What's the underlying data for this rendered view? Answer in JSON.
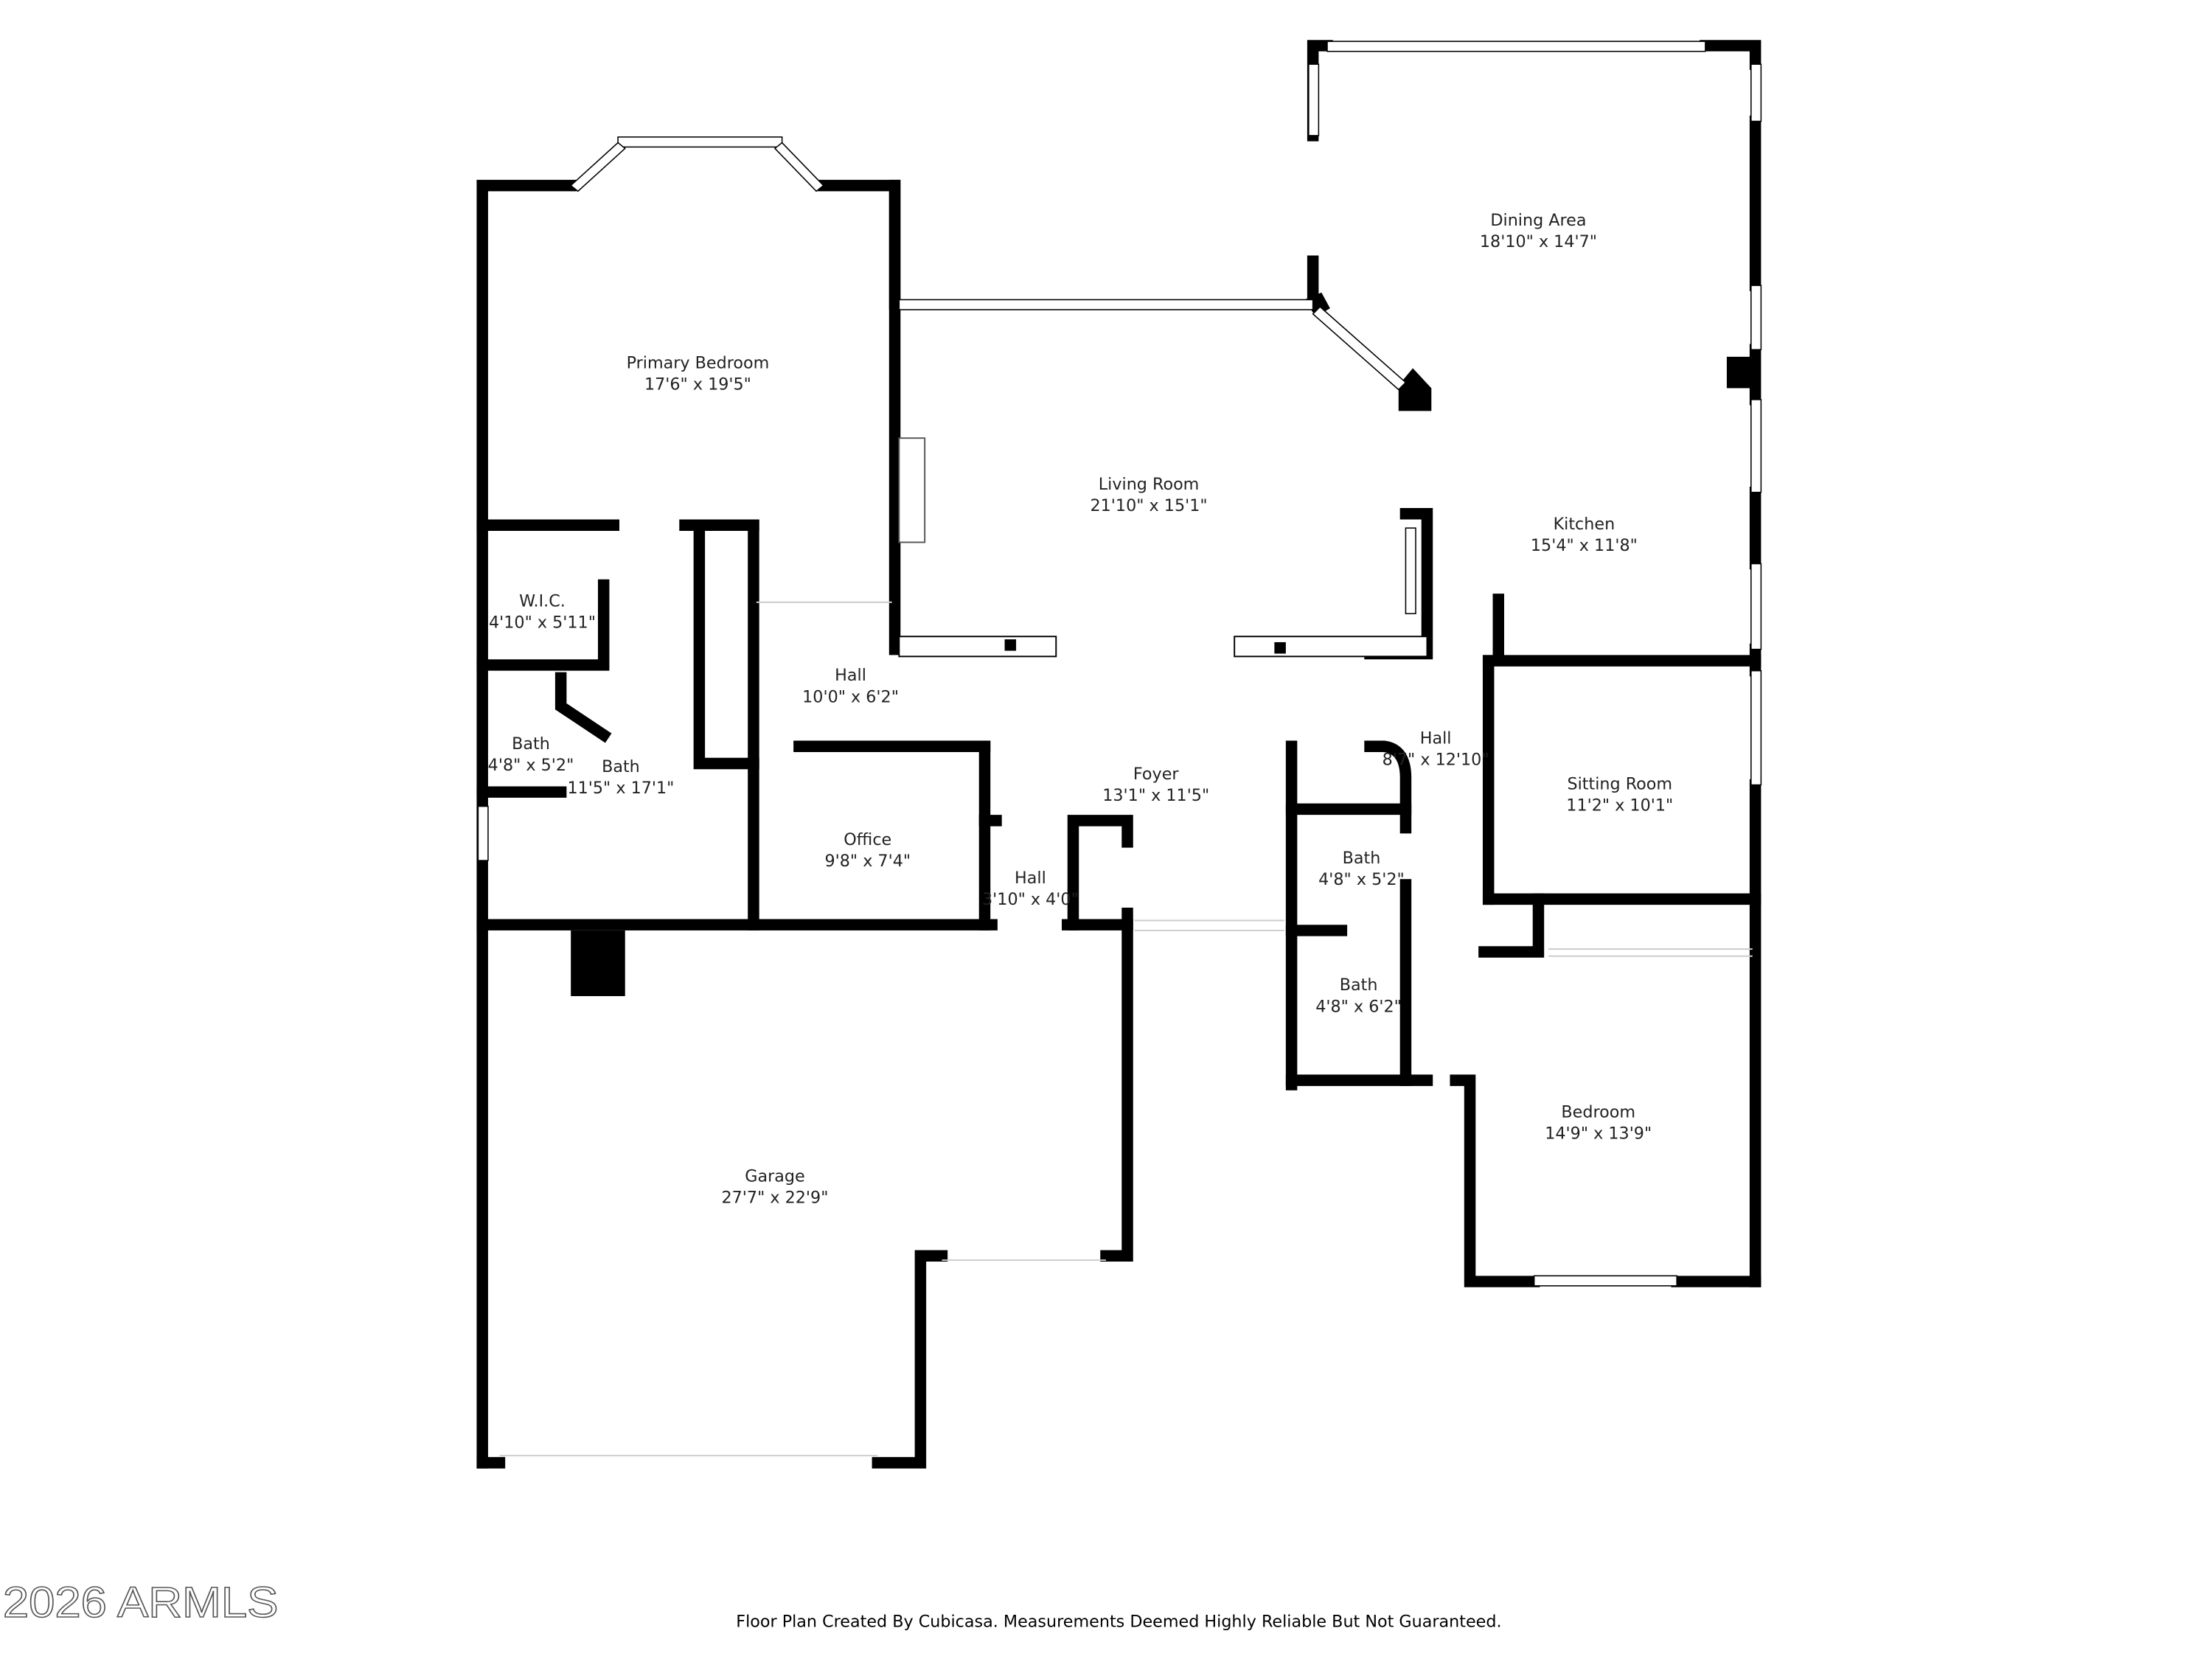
{
  "rooms": [
    {
      "name": "Primary Bedroom",
      "size": "17'6\" x 19'5\""
    },
    {
      "name": "Living Room",
      "size": "21'10\" x 15'1\""
    },
    {
      "name": "Dining Area",
      "size": "18'10\" x 14'7\""
    },
    {
      "name": "Kitchen",
      "size": "15'4\" x 11'8\""
    },
    {
      "name": "W.I.C.",
      "size": "4'10\" x 5'11\""
    },
    {
      "name": "Hall",
      "size": "10'0\" x 6'2\""
    },
    {
      "name": "Bath",
      "size": "4'8\" x 5'2\""
    },
    {
      "name": "Bath",
      "size": "11'5\" x 17'1\""
    },
    {
      "name": "Office",
      "size": "9'8\" x 7'4\""
    },
    {
      "name": "Hall",
      "size": "3'10\" x 4'0\""
    },
    {
      "name": "Foyer",
      "size": "13'1\" x 11'5\""
    },
    {
      "name": "Hall",
      "size": "8'7\" x 12'10\""
    },
    {
      "name": "Sitting Room",
      "size": "11'2\" x 10'1\""
    },
    {
      "name": "Bath",
      "size": "4'8\" x 5'2\""
    },
    {
      "name": "Bath",
      "size": "4'8\" x 6'2\""
    },
    {
      "name": "Bedroom",
      "size": "14'9\" x 13'9\""
    },
    {
      "name": "Garage",
      "size": "27'7\" x 22'9\""
    }
  ],
  "watermark": "2026 ARMLS",
  "footer": "Floor Plan Created By Cubicasa. Measurements Deemed Highly Reliable But Not Guaranteed."
}
